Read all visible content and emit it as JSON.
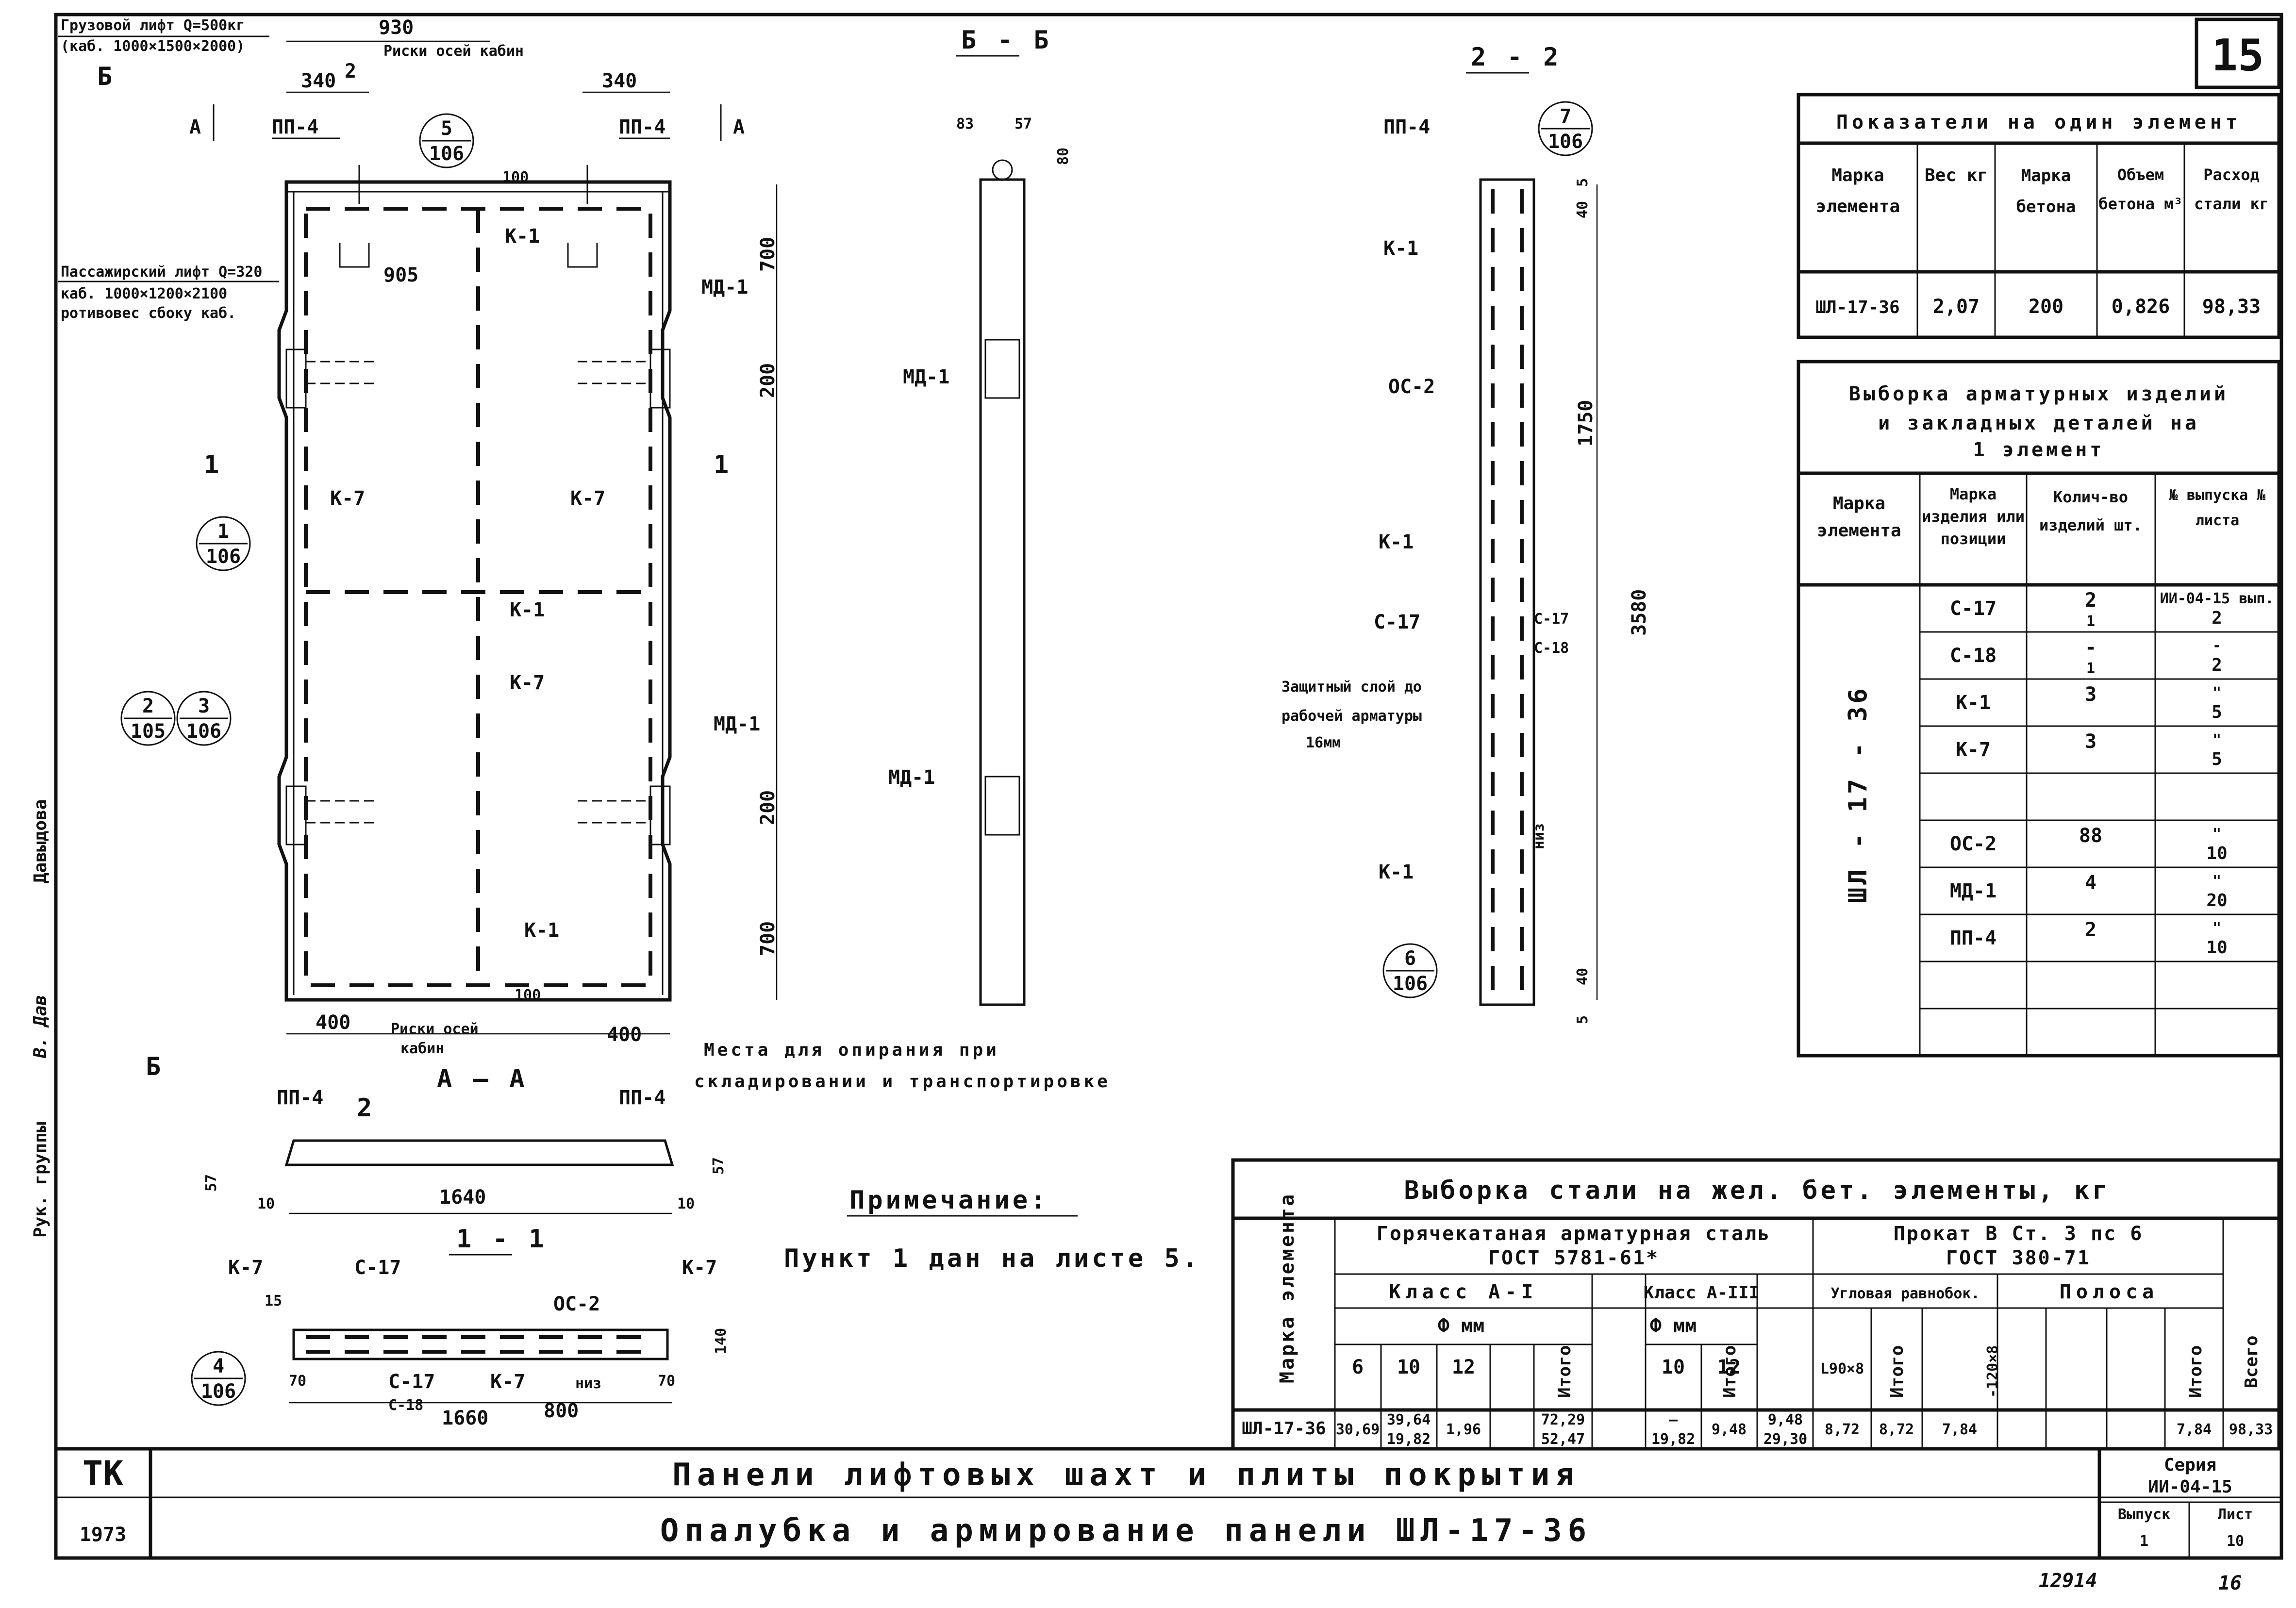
{
  "sheet_number_top": "15",
  "notes_top_left": {
    "cargo_lift_line1": "Грузовой лифт Q=500кг",
    "cargo_lift_line2": "(каб. 1000×1500×2000)",
    "passenger_lift_line1": "Пассажирский лифт Q=320",
    "passenger_lift_line2": "каб. 1000×1200×2100",
    "passenger_lift_line3": "ротивовес сбоку каб.",
    "car_axis_marks": "Риски осей кабин",
    "car_axis_marks_bottom1": "Риски осей",
    "car_axis_marks_bottom2": "кабин",
    "support_places_line1": "Места для опирания при",
    "support_places_line2": "складировании и транспортировке"
  },
  "section_labels": {
    "bb": "Б - Б",
    "s22": "2 - 2",
    "aa": "А — А",
    "s11": "1 - 1",
    "mark_b": "Б",
    "mark_a": "А",
    "mark_1": "1",
    "mark_2": "2"
  },
  "elevation_labels": {
    "pp4": "ПП-4",
    "k1": "К-1",
    "k7": "К-7",
    "md1": "МД-1",
    "os2": "ОС-2",
    "c17": "С-17",
    "c18": "С-18",
    "niz": "низ",
    "protective_layer1": "Защитный слой до",
    "protective_layer2": "рабочей арматуры",
    "protective_layer3": "16мм"
  },
  "callouts": [
    {
      "top": "5",
      "bottom": "106"
    },
    {
      "top": "1",
      "bottom": "106"
    },
    {
      "top": "2",
      "bottom": "105"
    },
    {
      "top": "3",
      "bottom": "106"
    },
    {
      "top": "4",
      "bottom": "106"
    },
    {
      "top": "7",
      "bottom": "106"
    },
    {
      "top": "6",
      "bottom": "106"
    }
  ],
  "dimensions": {
    "d930": "930",
    "d340a": "340",
    "d340b": "340",
    "d2": "2",
    "d905": "905",
    "d100a": "100",
    "d700a": "700",
    "d200a": "200",
    "d200b": "200",
    "d700b": "700",
    "d400a": "400",
    "d400b": "400",
    "d100b": "100",
    "d83": "83",
    "d57": "57",
    "d80": "80",
    "d5a": "5",
    "d40a": "40",
    "d1750": "1750",
    "d3580": "3580",
    "d40b": "40",
    "d5b": "5",
    "d57a": "57",
    "d57b": "57",
    "d10a": "10",
    "d10b": "10",
    "d1640": "1640",
    "d15": "15",
    "d140": "140",
    "d70a": "70",
    "d70b": "70",
    "d1660": "1660",
    "d800": "800"
  },
  "note": {
    "heading": "Примечание:",
    "text": "Пункт 1 дан на листе 5."
  },
  "indicators_table": {
    "title": "Показатели на один элемент",
    "headers": [
      "Марка элемента",
      "Вес кг",
      "Марка бетона",
      "Объем бетона м³",
      "Расход стали кг"
    ],
    "row": [
      "ШЛ-17-36",
      "2,07",
      "200",
      "0,826",
      "98,33"
    ]
  },
  "products_table": {
    "title_line1": "Выборка арматурных изделий",
    "title_line2": "и закладных деталей на",
    "title_line3": "1 элемент",
    "headers": [
      "Марка элемента",
      "Марка изделия или позиции",
      "Колич-во изделий шт.",
      "№ выпуска № листа"
    ],
    "element": "ШЛ - 17 - 36",
    "rows": [
      {
        "mark": "С-17",
        "qty_top": "2",
        "qty_bottom": "1",
        "ref_top": "ИИ-04-15 вып.",
        "ref_bottom": "2"
      },
      {
        "mark": "С-18",
        "qty_top": "-",
        "qty_bottom": "1",
        "ref_top": "-",
        "ref_bottom": "2"
      },
      {
        "mark": "К-1",
        "qty_top": "3",
        "qty_bottom": "",
        "ref_top": "\"",
        "ref_bottom": "5"
      },
      {
        "mark": "К-7",
        "qty_top": "3",
        "qty_bottom": "",
        "ref_top": "\"",
        "ref_bottom": "5"
      },
      {
        "mark": "",
        "qty_top": "",
        "qty_bottom": "",
        "ref_top": "",
        "ref_bottom": ""
      },
      {
        "mark": "ОС-2",
        "qty_top": "88",
        "qty_bottom": "",
        "ref_top": "\"",
        "ref_bottom": "10"
      },
      {
        "mark": "МД-1",
        "qty_top": "4",
        "qty_bottom": "",
        "ref_top": "\"",
        "ref_bottom": "20"
      },
      {
        "mark": "ПП-4",
        "qty_top": "2",
        "qty_bottom": "",
        "ref_top": "\"",
        "ref_bottom": "10"
      },
      {
        "mark": "",
        "qty_top": "",
        "qty_bottom": "",
        "ref_top": "",
        "ref_bottom": ""
      },
      {
        "mark": "",
        "qty_top": "",
        "qty_bottom": "",
        "ref_top": "",
        "ref_bottom": ""
      }
    ]
  },
  "steel_table": {
    "title": "Выборка стали на жел. бет. элементы, кг",
    "mark_header": "Марка элемента",
    "hot_rolled_line1": "Горячекатаная арматурная сталь",
    "hot_rolled_line2": "ГОСТ 5781-61*",
    "rolled_line1": "Прокат  В Ст. 3 пс 6",
    "rolled_line2": "ГОСТ  380-71",
    "class_a1": "Класс А-I",
    "class_a3": "Класс А-III",
    "angle": "Угловая равнобок.",
    "strip": "Полоса",
    "dia": "Ф мм",
    "total": "Итого",
    "grand_total": "Всего",
    "d6": "6",
    "d10": "10",
    "d12": "12",
    "d10b": "10",
    "d12b": "12",
    "l90": "L90×8",
    "strip_size": "-120×8",
    "row": {
      "mark": "ШЛ-17-36",
      "v6": "30,69",
      "v10_top": "39,64",
      "v10_bottom": "19,82",
      "v12": "1,96",
      "sum1_top": "72,29",
      "sum1_bottom": "52,47",
      "v10b_top": "—",
      "v10b_bottom": "19,82",
      "v12b": "9,48",
      "sum2_top": "9,48",
      "sum2_bottom": "29,30",
      "angle_val": "8,72",
      "angle_total": "8,72",
      "strip_val": "7,84",
      "strip_total": "7,84",
      "grand": "98,33"
    }
  },
  "title_block": {
    "org": "ТК",
    "year": "1973",
    "title1": "Панели лифтовых шахт и плиты покрытия",
    "title2": "Опалубка и армирование панели ШЛ-17-36",
    "series_label": "Серия",
    "series": "ИИ-04-15",
    "issue_label": "Выпуск",
    "issue": "1",
    "sheet_label": "Лист",
    "sheet": "10"
  },
  "side_stamp": {
    "text": "Рук. группы",
    "signature": "В. Дав",
    "name": "Давыдова"
  },
  "bottom_numbers": {
    "left": "12914",
    "right": "16"
  }
}
